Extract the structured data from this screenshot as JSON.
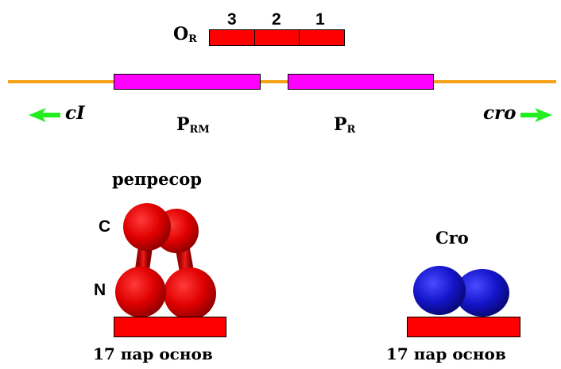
{
  "colors": {
    "dna": "#f5a21b",
    "operator": "#ff0000",
    "promoter": "#ff00ff",
    "arrow": "#22ee22",
    "repressor": "#dd0000",
    "cro_protein": "#1a1acc",
    "site": "#ff0000"
  },
  "operator": {
    "label_main": "O",
    "label_sub": "R",
    "sites": [
      "3",
      "2",
      "1"
    ]
  },
  "promoters": {
    "prm": {
      "main": "P",
      "sub": "RM"
    },
    "pr": {
      "main": "P",
      "sub": "R"
    }
  },
  "genes": {
    "left": {
      "label": "cI",
      "direction": "left",
      "arrow_icon": "arrow-left-icon"
    },
    "right": {
      "label": "cro",
      "direction": "right",
      "arrow_icon": "arrow-right-icon"
    }
  },
  "repressor": {
    "title": "репресор",
    "label_c": "C",
    "label_n": "N",
    "site_label": "17 пар основ"
  },
  "cro": {
    "title": "Cro",
    "site_label": "17 пар основ"
  }
}
